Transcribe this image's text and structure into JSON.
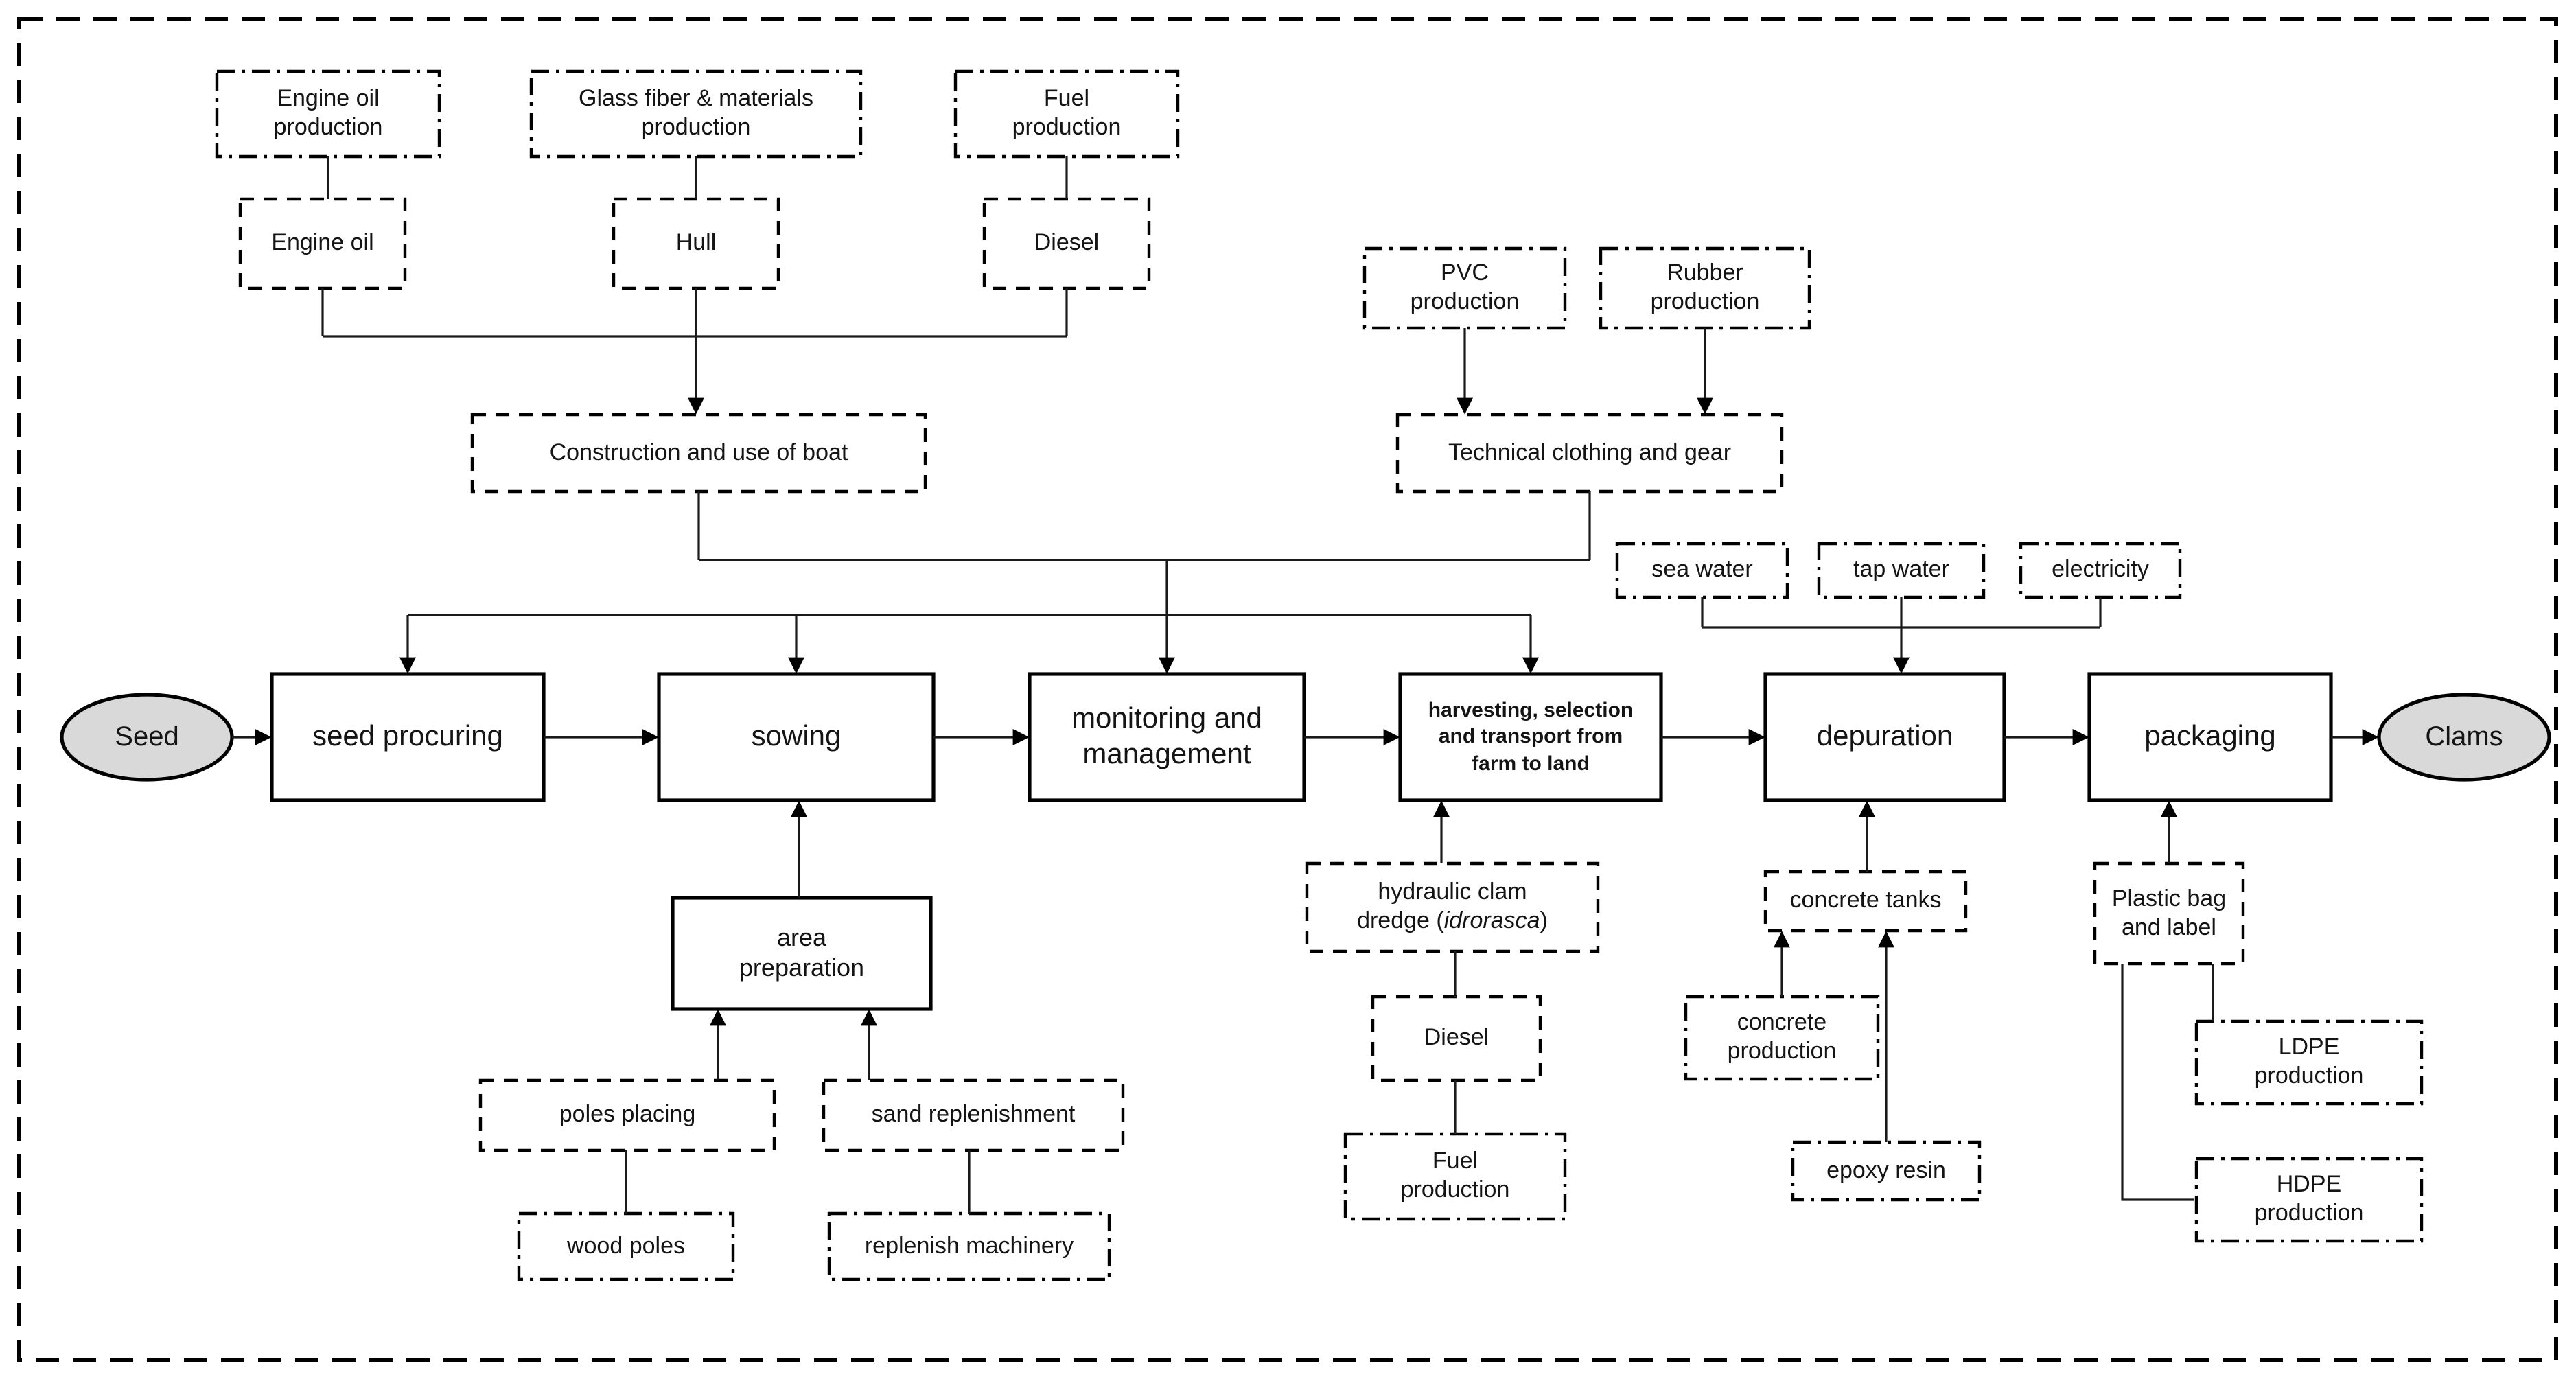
{
  "terminals": {
    "seed": "Seed",
    "clams": "Clams"
  },
  "stages": {
    "seed_procuring": "seed procuring",
    "sowing": "sowing",
    "monitoring": "monitoring and\nmanagement",
    "harvesting": "harvesting, selection\nand transport from\nfarm to land",
    "depuration": "depuration",
    "packaging": "packaging"
  },
  "nodes": {
    "engine_oil_production": "Engine oil\nproduction",
    "glass_fiber_production": "Glass fiber & materials\nproduction",
    "fuel_production_boat": "Fuel\nproduction",
    "engine_oil": "Engine oil",
    "hull": "Hull",
    "diesel_boat": "Diesel",
    "construction_boat": "Construction and use of boat",
    "pvc_production": "PVC\nproduction",
    "rubber_production": "Rubber\nproduction",
    "technical_clothing": "Technical clothing and gear",
    "sea_water": "sea water",
    "tap_water": "tap water",
    "electricity": "electricity",
    "area_preparation": "area\npreparation",
    "poles_placing": "poles placing",
    "sand_replenishment": "sand replenishment",
    "wood_poles": "wood poles",
    "replenish_machinery": "replenish machinery",
    "diesel_dredge": "Diesel",
    "fuel_production_dredge": "Fuel\nproduction",
    "concrete_tanks": "concrete tanks",
    "concrete_production": "concrete\nproduction",
    "epoxy_resin": "epoxy resin",
    "plastic_bag": "Plastic bag\nand label",
    "ldpe_production": "LDPE\nproduction",
    "hdpe_production": "HDPE\nproduction"
  },
  "dredge_label": {
    "before": "hydraulic clam\ndredge (",
    "italic": "idrorasca",
    "after": ")"
  },
  "colors": {
    "terminal_fill": "#d9d9d9",
    "box_stroke": "#000000",
    "line": "#1a1a1a",
    "background": "#ffffff"
  },
  "edges": [
    [
      "Engine oil production",
      "Engine oil"
    ],
    [
      "Glass fiber & materials production",
      "Hull"
    ],
    [
      "Fuel production",
      "Diesel"
    ],
    [
      "Engine oil + Hull + Diesel",
      "Construction and use of boat"
    ],
    [
      "PVC production",
      "Technical clothing and gear"
    ],
    [
      "Rubber production",
      "Technical clothing and gear"
    ],
    [
      "Construction and use of boat + Technical clothing and gear",
      "seed procuring"
    ],
    [
      "Construction and use of boat + Technical clothing and gear",
      "sowing"
    ],
    [
      "Construction and use of boat + Technical clothing and gear",
      "monitoring and management"
    ],
    [
      "Construction and use of boat + Technical clothing and gear",
      "harvesting, selection and transport from farm to land"
    ],
    [
      "sea water + tap water + electricity",
      "depuration"
    ],
    [
      "Seed",
      "seed procuring"
    ],
    [
      "seed procuring",
      "sowing"
    ],
    [
      "sowing",
      "monitoring and management"
    ],
    [
      "monitoring and management",
      "harvesting, selection and transport from farm to land"
    ],
    [
      "harvesting, selection and transport from farm to land",
      "depuration"
    ],
    [
      "depuration",
      "packaging"
    ],
    [
      "packaging",
      "Clams"
    ],
    [
      "area preparation",
      "sowing"
    ],
    [
      "poles placing",
      "area preparation"
    ],
    [
      "sand replenishment",
      "area preparation"
    ],
    [
      "wood poles",
      "poles placing"
    ],
    [
      "replenish machinery",
      "sand replenishment"
    ],
    [
      "hydraulic clam dredge (idrorasca)",
      "harvesting, selection and transport from farm to land"
    ],
    [
      "Diesel",
      "hydraulic clam dredge (idrorasca)"
    ],
    [
      "Fuel production",
      "Diesel"
    ],
    [
      "concrete tanks",
      "depuration"
    ],
    [
      "concrete production",
      "concrete tanks"
    ],
    [
      "epoxy resin",
      "concrete tanks"
    ],
    [
      "Plastic bag and label",
      "packaging"
    ],
    [
      "LDPE production",
      "Plastic bag and label"
    ],
    [
      "HDPE production",
      "Plastic bag and label"
    ]
  ]
}
